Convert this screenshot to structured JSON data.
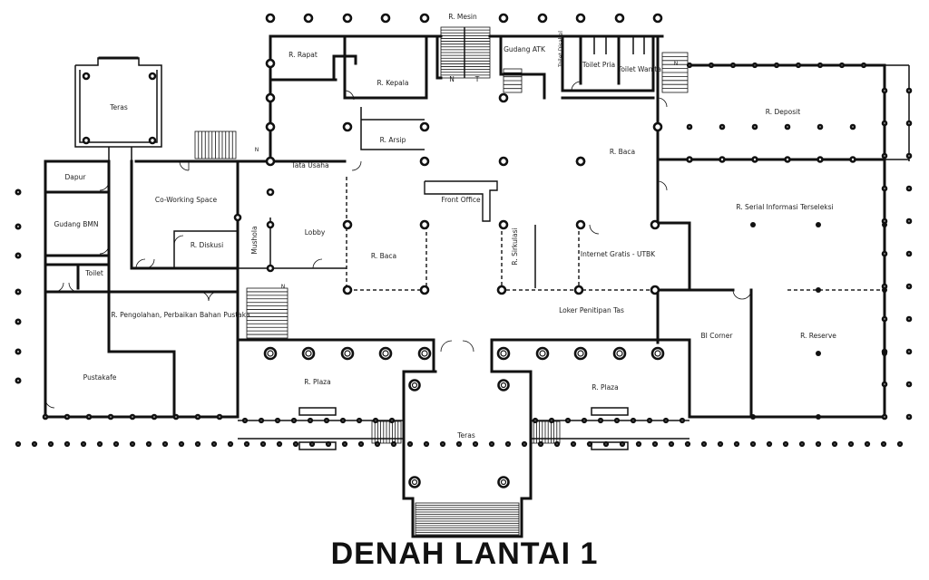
{
  "title": "DENAH LANTAI 1",
  "rooms": {
    "r_mesin": "R. Mesin",
    "gudang_atk": "Gudang ATK",
    "toilet_disabel": "Toilet Disabel",
    "toilet_pria": "Toilet Pria",
    "toilet_wanita": "Toilet Wanita",
    "r_rapat": "R. Rapat",
    "r_kepala": "R. Kepala",
    "r_arsip": "R. Arsip",
    "r_deposit": "R. Deposit",
    "teras_nw": "Teras",
    "tata_usaha": "Tata Usaha",
    "r_baca_top": "R. Baca",
    "dapur": "Dapur",
    "coworking": "Co-Working Space",
    "front_office": "Front Office",
    "r_serial": "R. Serial Informasi Terseleksi",
    "gudang_bmn": "Gudang BMN",
    "lobby": "Lobby",
    "r_diskusi": "R. Diskusi",
    "mushola": "Mushola",
    "r_baca_mid": "R. Baca",
    "r_sirkulasi": "R. Sirkulasi",
    "internet": "Internet Gratis - UTBK",
    "toilet": "Toilet",
    "r_pengolahan": "R. Pengolahan, Perbaikan Bahan Pustaka",
    "loker": "Loker Penitipan Tas",
    "bi_corner": "BI Corner",
    "r_reserve": "R. Reserve",
    "pustakafe": "Pustakafe",
    "r_plaza_w": "R. Plaza",
    "r_plaza_e": "R. Plaza",
    "teras_main": "Teras"
  },
  "marks": {
    "north_1": "N",
    "north_2": "N",
    "north_3": "N",
    "north_4": "N",
    "t_mark": "T"
  }
}
